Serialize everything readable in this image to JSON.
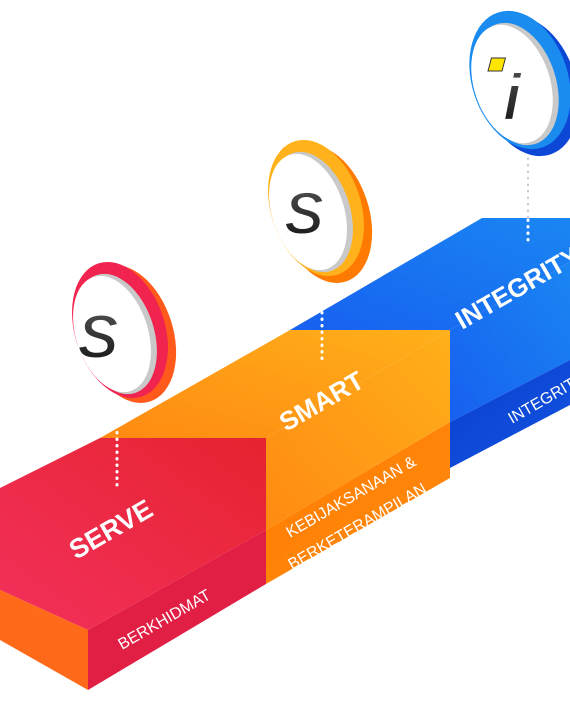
{
  "colors": {
    "serve": "#f0244f",
    "smart": "#ff9a12",
    "integrity": "#1468ec"
  },
  "steps": [
    {
      "id": "serve",
      "title": "SERVE",
      "subtitle_lines": [
        "BERKHIDMAT"
      ],
      "badge_letter": "S",
      "badge_color": "#f0244f"
    },
    {
      "id": "smart",
      "title": "SMART",
      "subtitle_lines": [
        "KEBIJAKSANAAN &",
        "BERKETERAMPILAN"
      ],
      "badge_letter": "S",
      "badge_color": "#ff9a12"
    },
    {
      "id": "integrity",
      "title": "INTEGRITY",
      "subtitle_lines": [
        "INTEGRITI"
      ],
      "badge_letter": "i",
      "badge_color": "#1468ec"
    }
  ]
}
